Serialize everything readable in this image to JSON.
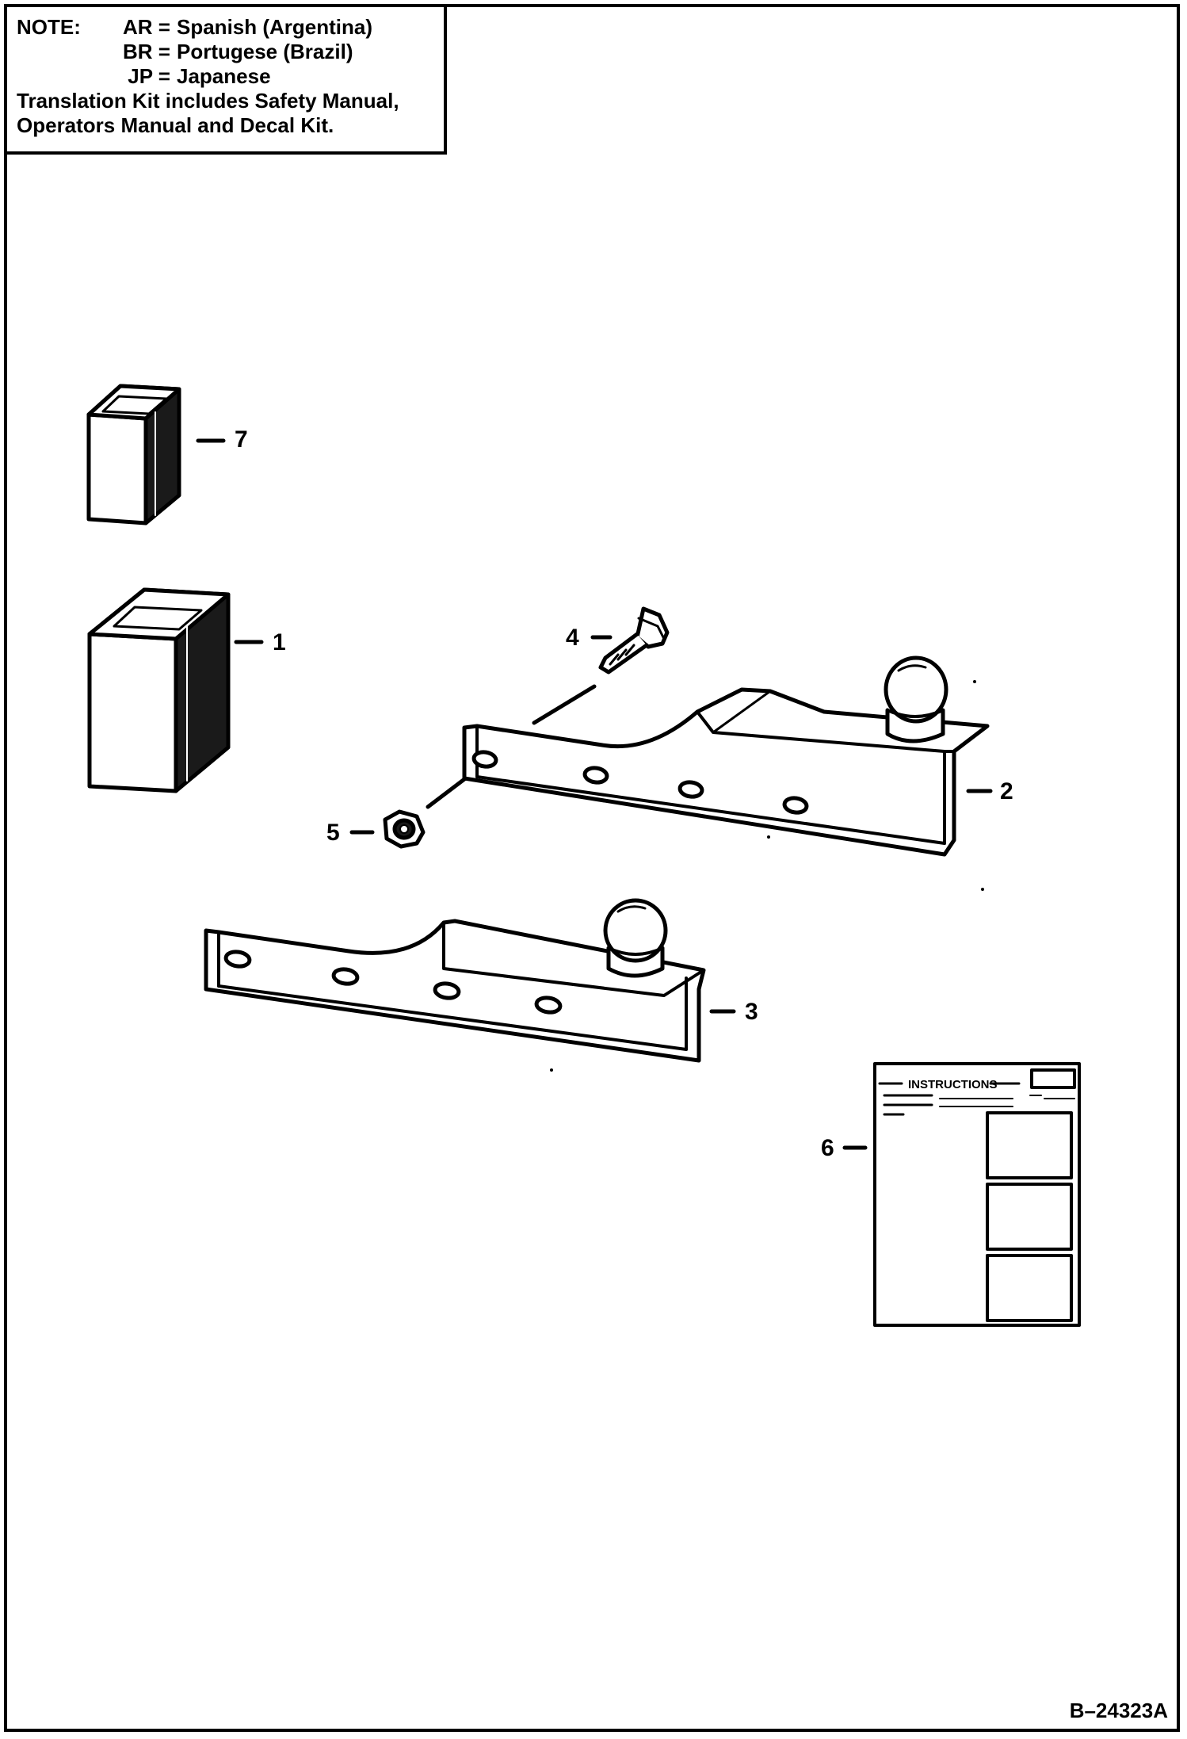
{
  "note": {
    "label": "NOTE:",
    "lines": [
      {
        "code": "AR =",
        "language": "Spanish (Argentina)"
      },
      {
        "code": "BR =",
        "language": "Portugese (Brazil)"
      },
      {
        "code": "JP =",
        "language": "Japanese"
      }
    ],
    "text_1": "Translation Kit includes Safety Manual,",
    "text_2": "Operators Manual and Decal Kit."
  },
  "callouts": {
    "c1": "1",
    "c2": "2",
    "c3": "3",
    "c4": "4",
    "c5": "5",
    "c6": "6",
    "c7": "7"
  },
  "instruction_sheet": {
    "title": "INSTRUCTIONS"
  },
  "drawing_number": "B–24323A"
}
